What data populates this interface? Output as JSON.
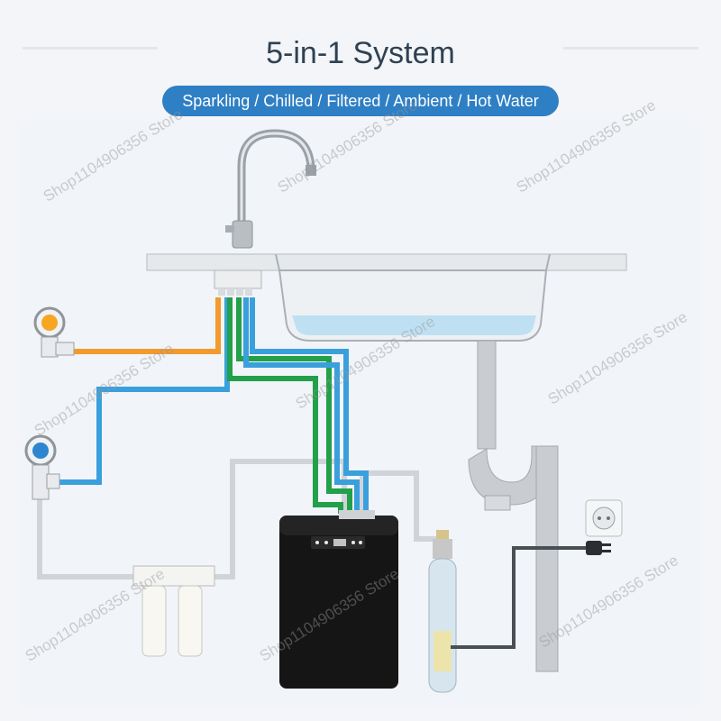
{
  "title": "5-in-1 System",
  "subtitle": "Sparkling / Chilled / Filtered / Ambient / Hot Water",
  "watermark": "Shop1104906356 Store",
  "colors": {
    "hot_line": "#f29a2e",
    "cold_line": "#3aa0dc",
    "green_line": "#22a04a",
    "white_line": "#d0d4d8",
    "unit_body": "#151515",
    "accent": "#2e7fc4"
  },
  "icons": [
    "faucet-icon",
    "hot-valve-icon",
    "cold-valve-icon",
    "filter-icon",
    "co2-bottle-icon",
    "wall-socket-icon",
    "power-plug-icon",
    "sink-drain-icon"
  ]
}
